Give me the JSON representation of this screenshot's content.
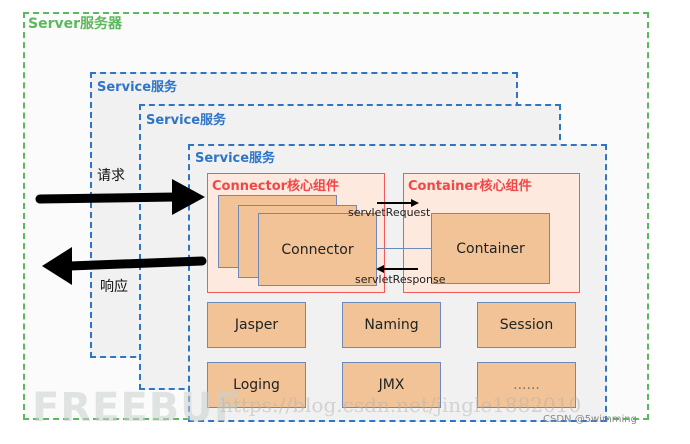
{
  "server": {
    "title": "Server服务器"
  },
  "services": [
    {
      "title": "Service服务"
    },
    {
      "title": "Service服务"
    },
    {
      "title": "Service服务"
    }
  ],
  "connector_group": {
    "title": "Connector核心组件",
    "box_label": "Connector"
  },
  "container_group": {
    "title": "Container核心组件",
    "box_label": "Container"
  },
  "flow": {
    "request_label": "servletRequest",
    "response_label": "servletResponse",
    "client_request": "请求",
    "client_response": "响应"
  },
  "components": [
    "Jasper",
    "Naming",
    "Session",
    "Loging",
    "JMX",
    "......"
  ],
  "watermarks": {
    "freebuf": "FREEBUF",
    "url": "https://blog.csdn.net/jingle1882010",
    "csdn": "CSDN @5wimming"
  },
  "colors": {
    "server_border": "#5cb85c",
    "service_border": "#2f75c7",
    "core_border": "#f05a5a",
    "box_fill": "#f1c396"
  }
}
